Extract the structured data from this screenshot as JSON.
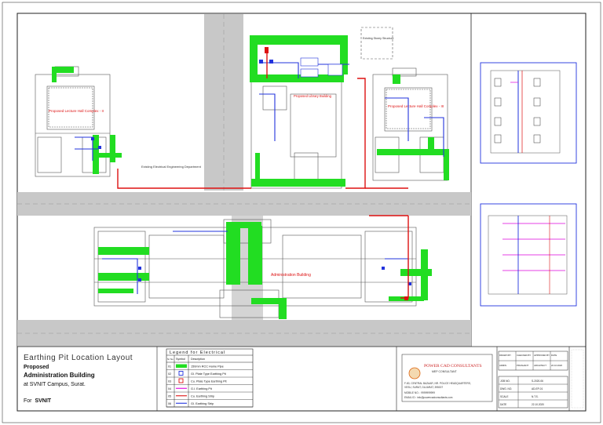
{
  "title_block": {
    "drawing_title": "Earthing Pit Location Layout",
    "subtitle": "Proposed",
    "project_name": "Administration Building",
    "location": "at SVNIT Campus, Surat.",
    "for_prefix": "For",
    "client": "SVNIT"
  },
  "legend": {
    "heading": "Legend for Electrical",
    "col_no": "Sr No",
    "col_symbol": "Symbol",
    "col_description": "Description",
    "rows": [
      {
        "no": "01",
        "description": "150mm RCC Hume Pipe",
        "symbol": "green-bar"
      },
      {
        "no": "02",
        "description": "GI. Plate Type Earthing Pit",
        "symbol": "blue-square"
      },
      {
        "no": "03",
        "description": "Cu. Plate Type Earthing Pit",
        "symbol": "red-square"
      },
      {
        "no": "04",
        "description": "G.I. Earthing Pit",
        "symbol": "pink-line"
      },
      {
        "no": "05",
        "description": "Cu. Earthing Strip",
        "symbol": "red-line"
      },
      {
        "no": "06",
        "description": "GI. Earthing Strip",
        "symbol": "blue-line"
      }
    ]
  },
  "consultant": {
    "name": "POWER CAD CONSULTANTS",
    "tagline": "MEP CONSULTANT",
    "address_1": "F-80, CENTRAL BAZAAR, NR. POLICE HEADQUARTERS,",
    "address_2": "VESU, SURAT, GUJARAT, 395007",
    "mobile": "MOBILE NO. : 9999999999",
    "email": "EMAIL ID : info@powercadconsultants.com"
  },
  "approval": {
    "h1": "DRAWN BY",
    "h2": "CHECKED BY",
    "h3": "APPROVED BY",
    "h4": "DATE",
    "v1": "ADMIN",
    "v2": "PRASHANT",
    "v3": "ARCHITECT",
    "v4": "22.10.2020"
  },
  "drawing_info": {
    "job_label": "JOB NO.",
    "job_value": "S-2020-06",
    "dwg_label": "DWG. NO.",
    "dwg_value": "AD-EP-01",
    "scale_label": "SCALE",
    "scale_value": "N.T.S.",
    "date_label": "DATE",
    "date_value": "22.10.2020"
  },
  "building_labels": {
    "admin": "Administration Building",
    "lecture_left": "Proposed Lecture Hall Complex - II",
    "lecture_right": "Proposed Lecture Hall Complex - III",
    "library": "Proposed Library Building",
    "electrical_dept": "Existing Electrical Engineering Department",
    "existing_structure": "Existing Storey Structure"
  },
  "colors": {
    "hume_pipe": "#22dd22",
    "gi_strip": "#2233dd",
    "cu_strip": "#dd1111",
    "road": "#c6c6c6",
    "building_line": "#555555"
  }
}
